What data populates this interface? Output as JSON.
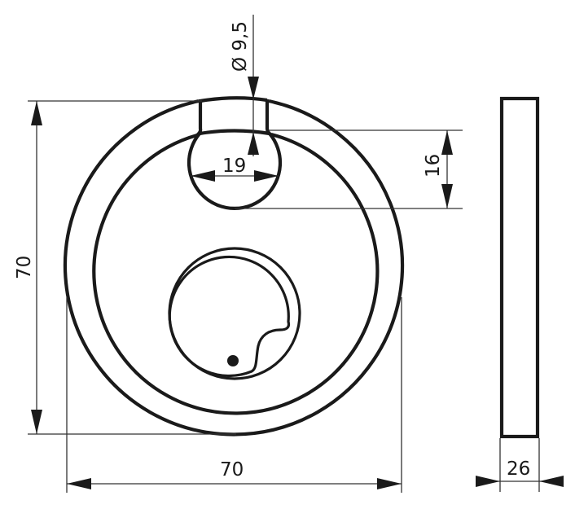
{
  "drawing": {
    "subject": "Disc padlock technical drawing",
    "stroke_color": "#1a1a1a",
    "background": "#ffffff",
    "views": [
      "front",
      "side"
    ]
  },
  "dimensions": {
    "shackle_diameter": "Ø 9,5",
    "shackle_opening_width": "19",
    "shackle_opening_height": "16",
    "body_height": "70",
    "body_width": "70",
    "body_thickness": "26"
  }
}
